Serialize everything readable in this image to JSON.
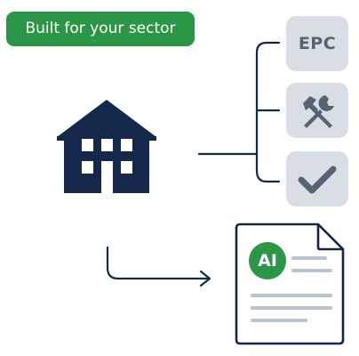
{
  "badge": {
    "label": "Built for your sector",
    "color": "#2b9645"
  },
  "tiles": {
    "epc_label": "EPC",
    "tools_icon": "hammer-wrench-icon",
    "check_icon": "checkmark-icon"
  },
  "document": {
    "ai_label": "AI",
    "icon": "document-icon"
  },
  "building": {
    "icon": "building-icon"
  },
  "colors": {
    "navy": "#13284a",
    "tile_bg": "#d9dee4",
    "tile_icon": "#566373",
    "green": "#2b9645"
  }
}
